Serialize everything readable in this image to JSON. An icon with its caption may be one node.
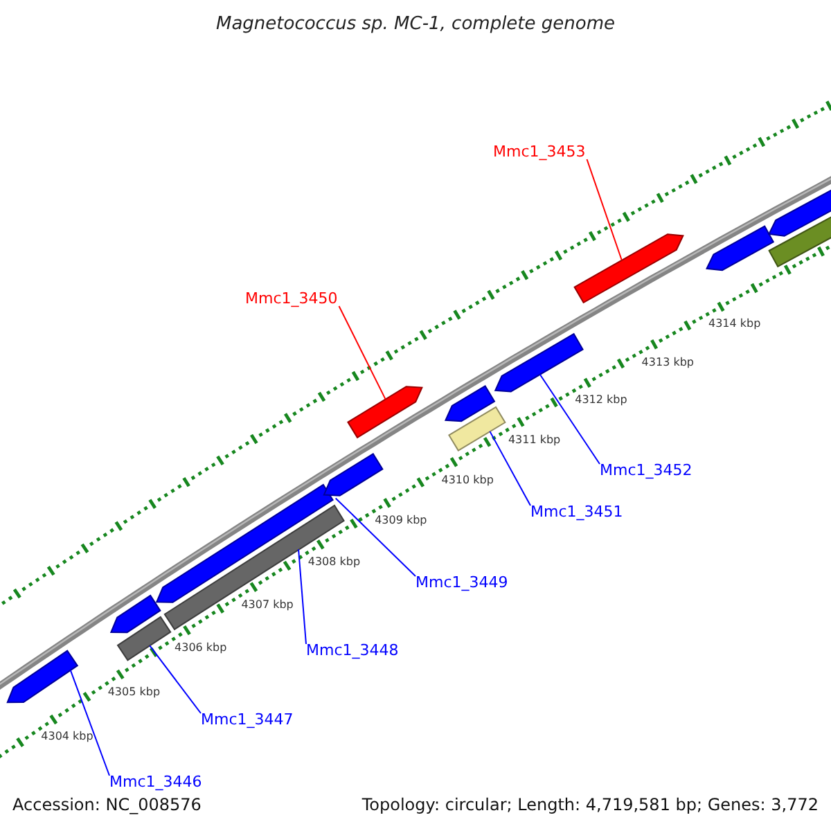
{
  "diagram": {
    "title": "Magnetococcus sp. MC-1, complete genome",
    "nodes": [
      {
        "text": [
          "Mmc1_3453"
        ]
      },
      {
        "text": [
          "Mmc1_3450"
        ]
      },
      {
        "text": [
          "Mmc1_3452"
        ]
      },
      {
        "text": [
          "Mmc1_3451"
        ]
      },
      {
        "text": [
          "Mmc1_3449"
        ]
      },
      {
        "text": [
          "Mmc1_3448"
        ]
      },
      {
        "text": [
          "Mmc1_3447"
        ]
      },
      {
        "text": [
          "Mmc1_3446"
        ]
      },
      {
        "text": [],
        "shape": "arrow"
      },
      {
        "text": [],
        "shape": "arrow"
      },
      {
        "text": [],
        "shape": "bar"
      },
      {
        "text": [],
        "shape": "arrow"
      },
      {
        "text": [],
        "shape": "bar"
      },
      {
        "text": [],
        "shape": "arrow"
      },
      {
        "text": [],
        "shape": "arrow"
      },
      {
        "text": [],
        "shape": "arrow"
      },
      {
        "text": [],
        "shape": "bar"
      },
      {
        "text": [],
        "shape": "arrow"
      },
      {
        "text": [],
        "shape": "arrow"
      },
      {
        "text": [],
        "shape": "arrow"
      },
      {
        "text": [],
        "shape": "arrow"
      },
      {
        "text": [],
        "shape": "bar"
      }
    ],
    "edges": [
      {
        "from": 0,
        "to": 18,
        "arrow": "none",
        "color": "#ff0000"
      },
      {
        "from": 1,
        "to": 14,
        "arrow": "none",
        "color": "#ff0000"
      },
      {
        "from": 2,
        "to": 17,
        "arrow": "none"
      },
      {
        "from": 3,
        "to": 16,
        "arrow": "none"
      },
      {
        "from": 4,
        "to": 13,
        "arrow": "none"
      },
      {
        "from": 5,
        "to": 12,
        "arrow": "none"
      },
      {
        "from": 6,
        "to": 10,
        "arrow": "none"
      },
      {
        "from": 7,
        "to": 8,
        "arrow": "none"
      }
    ],
    "labels": [
      "4314 kbp",
      "4313 kbp",
      "4312 kbp",
      "4311 kbp",
      "4310 kbp",
      "4309 kbp",
      "4308 kbp",
      "4307 kbp",
      "4306 kbp",
      "4305 kbp",
      "4304 kbp",
      "Accession: NC_008576",
      "Topology: circular; Length: 4,719,581 bp; Genes: 3,772"
    ]
  }
}
